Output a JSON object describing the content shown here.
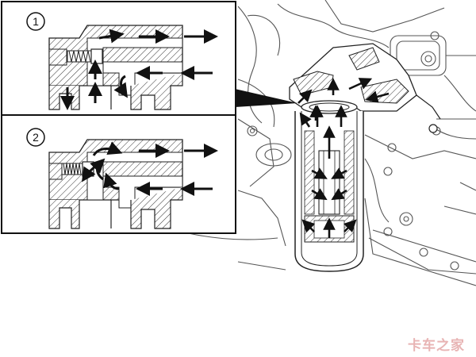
{
  "colors": {
    "line": "#222222",
    "background": "#ffffff",
    "arrow": "#111111",
    "watermark": "#e8b4b4"
  },
  "detail_views": [
    {
      "number": "1"
    },
    {
      "number": "2"
    }
  ],
  "watermark": {
    "text": "卡车之家"
  }
}
